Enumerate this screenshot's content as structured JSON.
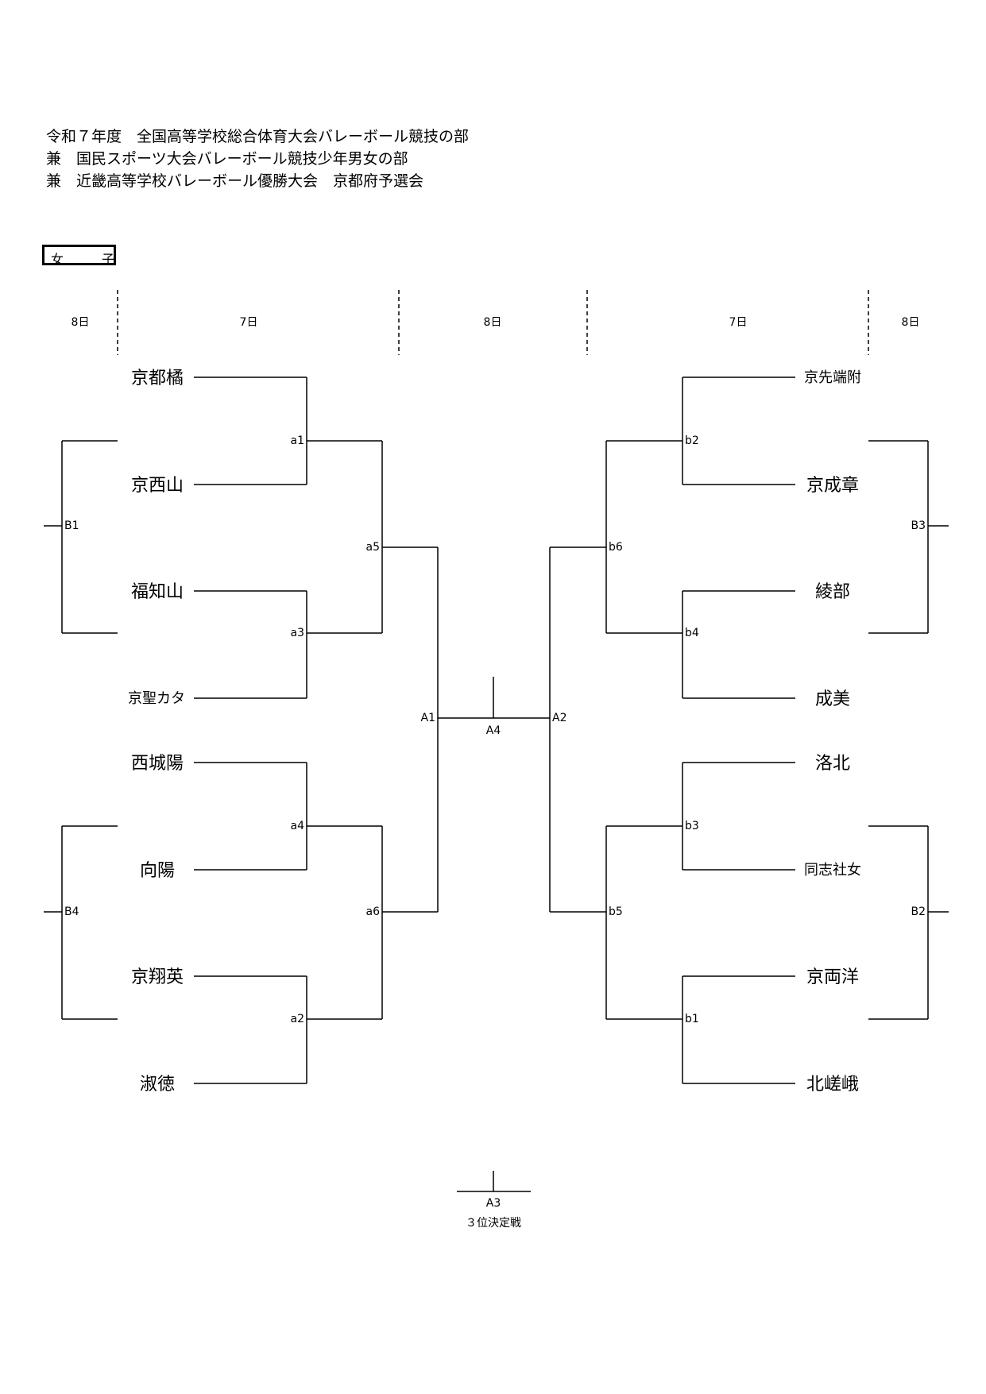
{
  "header": {
    "line1": "令和７年度　全国高等学校総合体育大会バレーボール競技の部",
    "line2": "兼　国民スポーツ大会バレーボール競技少年男女の部",
    "line3": "兼　近畿高等学校バレーボール優勝大会　京都府予選会"
  },
  "category": {
    "char1": "女",
    "char2": "子"
  },
  "days": [
    "8日",
    "7日",
    "8日",
    "7日",
    "8日"
  ],
  "teams_left": [
    "京都橘",
    "京西山",
    "福知山",
    "京聖カタ",
    "西城陽",
    "向陽",
    "京翔英",
    "淑徳"
  ],
  "teams_right": [
    "京先端附",
    "京成章",
    "綾部",
    "成美",
    "洛北",
    "同志社女",
    "京両洋",
    "北嵯峨"
  ],
  "matches": {
    "a1": "a1",
    "a2": "a2",
    "a3": "a3",
    "a4": "a4",
    "a5": "a5",
    "a6": "a6",
    "b1": "b1",
    "b2": "b2",
    "b3": "b3",
    "b4": "b4",
    "b5": "b5",
    "b6": "b6",
    "A1": "A1",
    "A2": "A2",
    "A3": "A3",
    "A4": "A4",
    "B1": "B1",
    "B2": "B2",
    "B3": "B3",
    "B4": "B4"
  },
  "third_place": "３位決定戦"
}
